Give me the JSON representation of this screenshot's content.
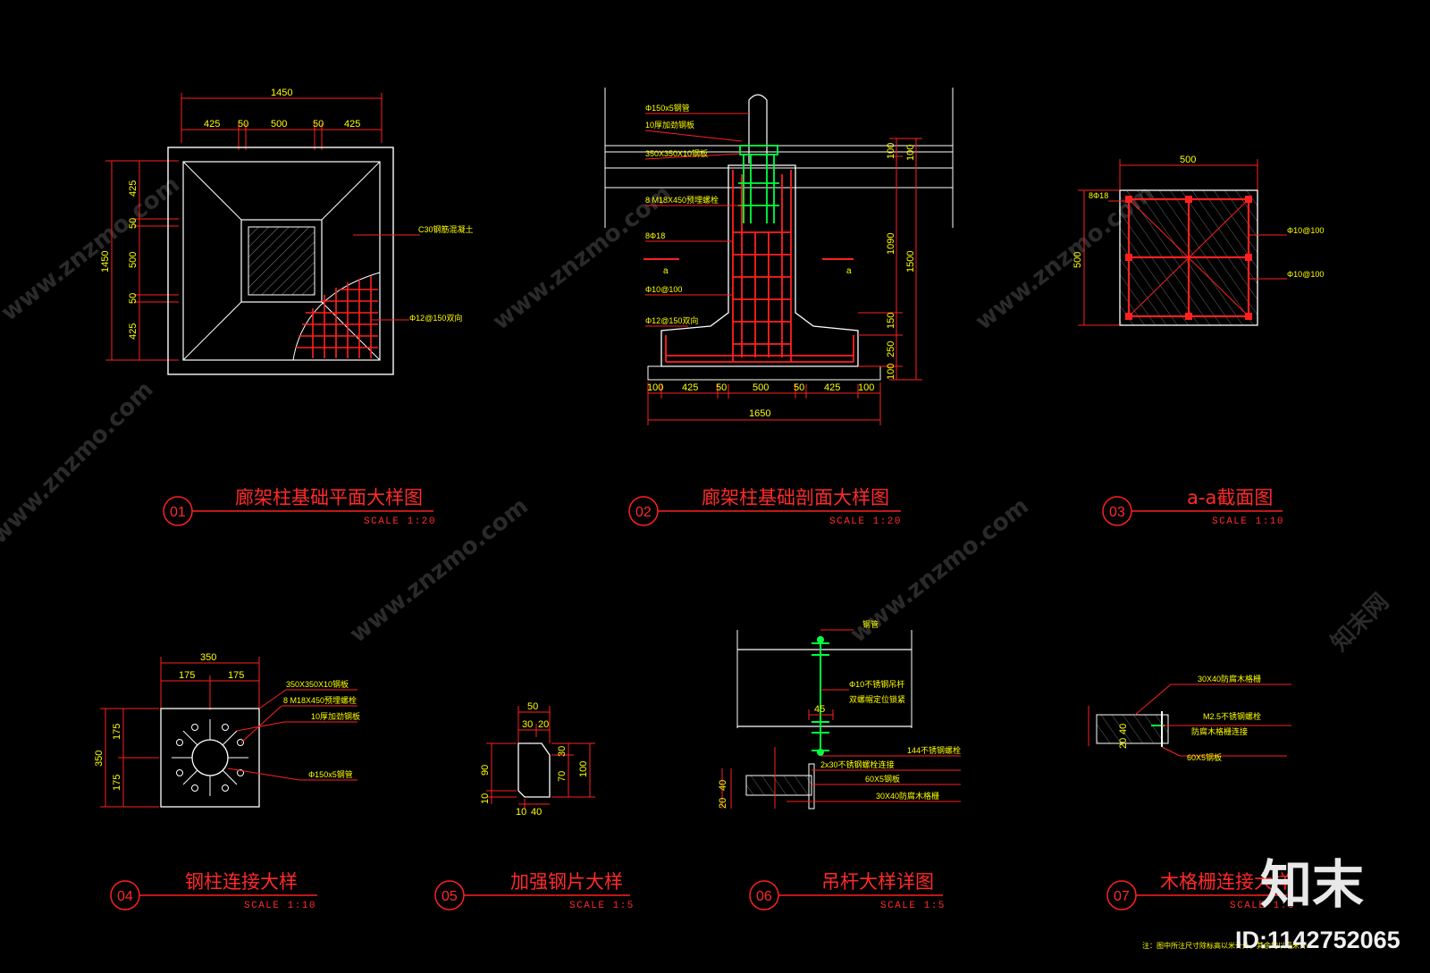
{
  "watermark": {
    "text_cn": "知末网",
    "text_url": "www.znzmo.com"
  },
  "branding": {
    "logo_text": "知末",
    "id_label": "ID:1142752065"
  },
  "details": [
    {
      "num": "01",
      "title": "廊架柱基础平面大样图",
      "scale": "SCALE 1:20"
    },
    {
      "num": "02",
      "title": "廊架柱基础剖面大样图",
      "scale": "SCALE 1:20"
    },
    {
      "num": "03",
      "title": "a-a截面图",
      "scale": "SCALE 1:10"
    },
    {
      "num": "04",
      "title": "钢柱连接大样",
      "scale": "SCALE 1:10"
    },
    {
      "num": "05",
      "title": "加强钢片大样",
      "scale": "SCALE 1:5"
    },
    {
      "num": "06",
      "title": "吊杆大样详图",
      "scale": "SCALE 1:5"
    },
    {
      "num": "07",
      "title": "木格栅连接大样",
      "scale": "SCALE 1:5"
    }
  ],
  "d01": {
    "overall": "1450",
    "top_dims": [
      "425",
      "50",
      "500",
      "50",
      "425"
    ],
    "left_overall": "1450",
    "left_dims": [
      "425",
      "50",
      "500",
      "50",
      "425"
    ],
    "note_concrete": "C30钢筋混凝土",
    "note_rebar": "Φ12@150双向"
  },
  "d02": {
    "notes": [
      "Φ150x5钢管",
      "10厚加劲钢板",
      "350X350X10钢板",
      "8 M18X450预埋螺栓",
      "8Φ18",
      "Φ10@100",
      "Φ12@150双向"
    ],
    "section_a_left": "a",
    "section_a_right": "a",
    "right_dims": [
      "100",
      "1090",
      "150",
      "250",
      "100"
    ],
    "right_overall": "1500",
    "right_top": "100",
    "bottom_dims": [
      "100",
      "425",
      "50",
      "500",
      "50",
      "425",
      "100"
    ],
    "bottom_overall": "1650"
  },
  "d03": {
    "top": "500",
    "left": "500",
    "notes": [
      "8Φ18",
      "Φ10@100",
      "Φ10@100"
    ]
  },
  "d04": {
    "overall": "350",
    "top_dims": [
      "175",
      "175"
    ],
    "left_overall": "350",
    "left_dims": [
      "175",
      "175"
    ],
    "notes": [
      "350X350X10钢板",
      "8 M18X450预埋螺栓",
      "10厚加劲钢板",
      "Φ150x5钢管"
    ]
  },
  "d05": {
    "top": "50",
    "top_sub": [
      "30",
      "20"
    ],
    "left": [
      "90",
      "10"
    ],
    "right": [
      "30",
      "70",
      "100"
    ],
    "bottom": [
      "10",
      "40"
    ]
  },
  "d06": {
    "top_note": "钢管",
    "notes": [
      "Φ10不锈钢吊杆",
      "双螺帽定位锁紧",
      "144不锈钢螺栓",
      "2x30不锈钢螺栓连接",
      "60X5钢板",
      "30X40防腐木格栅"
    ],
    "dim": "45",
    "left_dims": [
      "20",
      "40"
    ]
  },
  "d07": {
    "notes": [
      "30X40防腐木格栅",
      "M2.5不锈钢螺栓",
      "60X5钢板",
      "防腐木格栅连接"
    ],
    "left_dims": [
      "20",
      "40"
    ],
    "footnote": "注：图中所注尺寸除标高以米计外，其余均以毫米计"
  }
}
